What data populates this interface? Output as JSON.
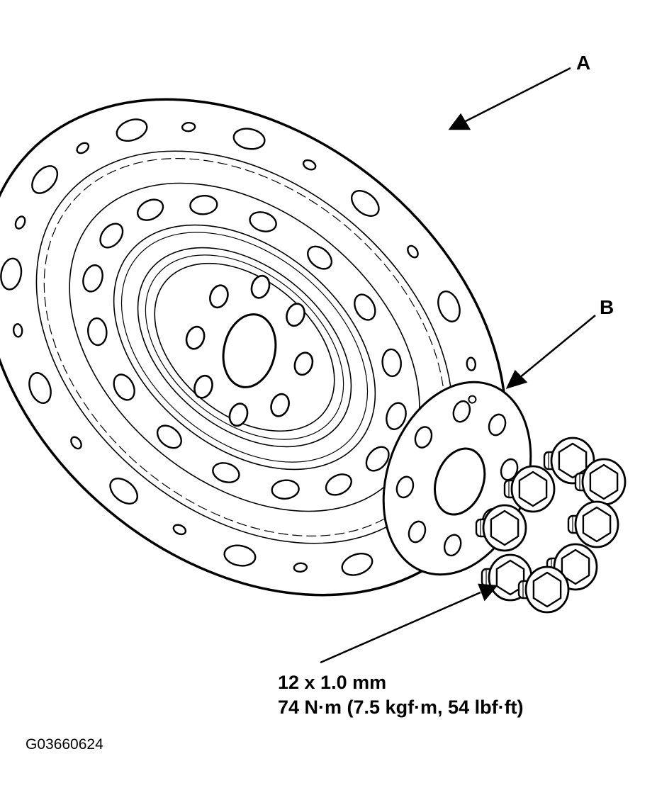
{
  "callouts": {
    "a": "A",
    "b": "B"
  },
  "bolt_spec": {
    "size": "12 x 1.0 mm",
    "torque": "74 N·m (7.5 kgf·m, 54 lbf·ft)"
  },
  "figure_code": "G03660624",
  "colors": {
    "line": "#000000",
    "background": "#ffffff"
  }
}
